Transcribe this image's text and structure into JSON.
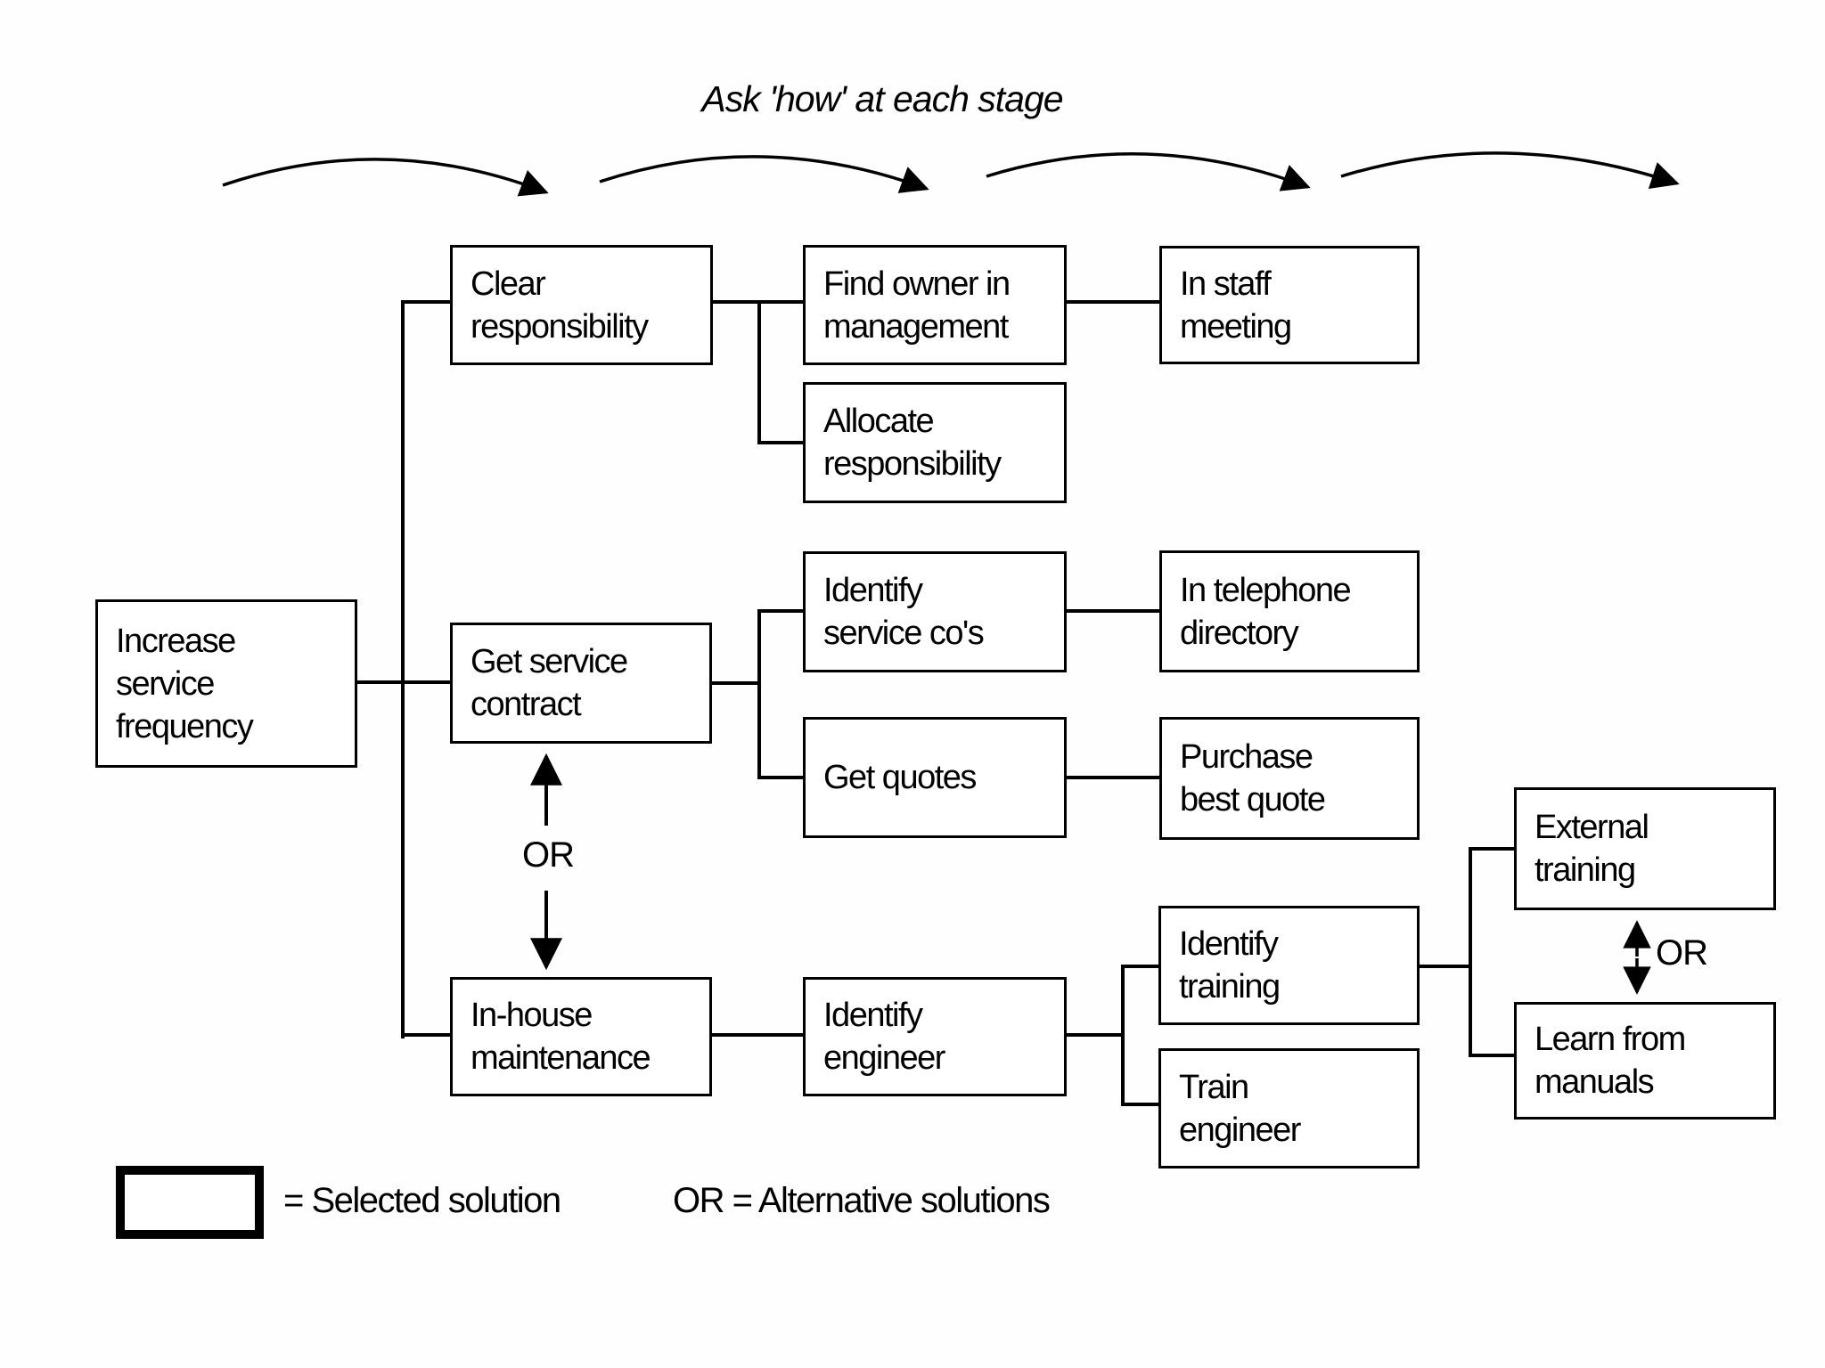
{
  "title": "Ask 'how' at each stage",
  "or": {
    "label": "OR"
  },
  "legend": {
    "selected_label": "= Selected solution",
    "alternative_label": "OR = Alternative solutions"
  },
  "nodes": {
    "increase_service": {
      "label": "Increase\nservice\nfrequency"
    },
    "clear_responsibility": {
      "label": "Clear\nresponsibility"
    },
    "find_owner": {
      "label": "Find owner in\nmanagement"
    },
    "in_staff_meeting": {
      "label": "In staff\nmeeting"
    },
    "allocate_responsibility": {
      "label": "Allocate\nresponsibility"
    },
    "get_service_contract": {
      "label": "Get service\ncontract"
    },
    "identify_service_cos": {
      "label": "Identify\nservice co's"
    },
    "in_telephone_directory": {
      "label": "In telephone\ndirectory"
    },
    "get_quotes": {
      "label": "Get quotes"
    },
    "purchase_best_quote": {
      "label": "Purchase\nbest quote"
    },
    "in_house_maintenance": {
      "label": "In-house\nmaintenance"
    },
    "identify_engineer": {
      "label": "Identify\nengineer"
    },
    "identify_training": {
      "label": "Identify\ntraining"
    },
    "train_engineer": {
      "label": "Train\nengineer"
    },
    "external_training": {
      "label": "External\ntraining"
    },
    "learn_from_manuals": {
      "label": "Learn from\nmanuals"
    }
  },
  "colors": {
    "ink": "#000000",
    "paper": "#ffffff"
  }
}
